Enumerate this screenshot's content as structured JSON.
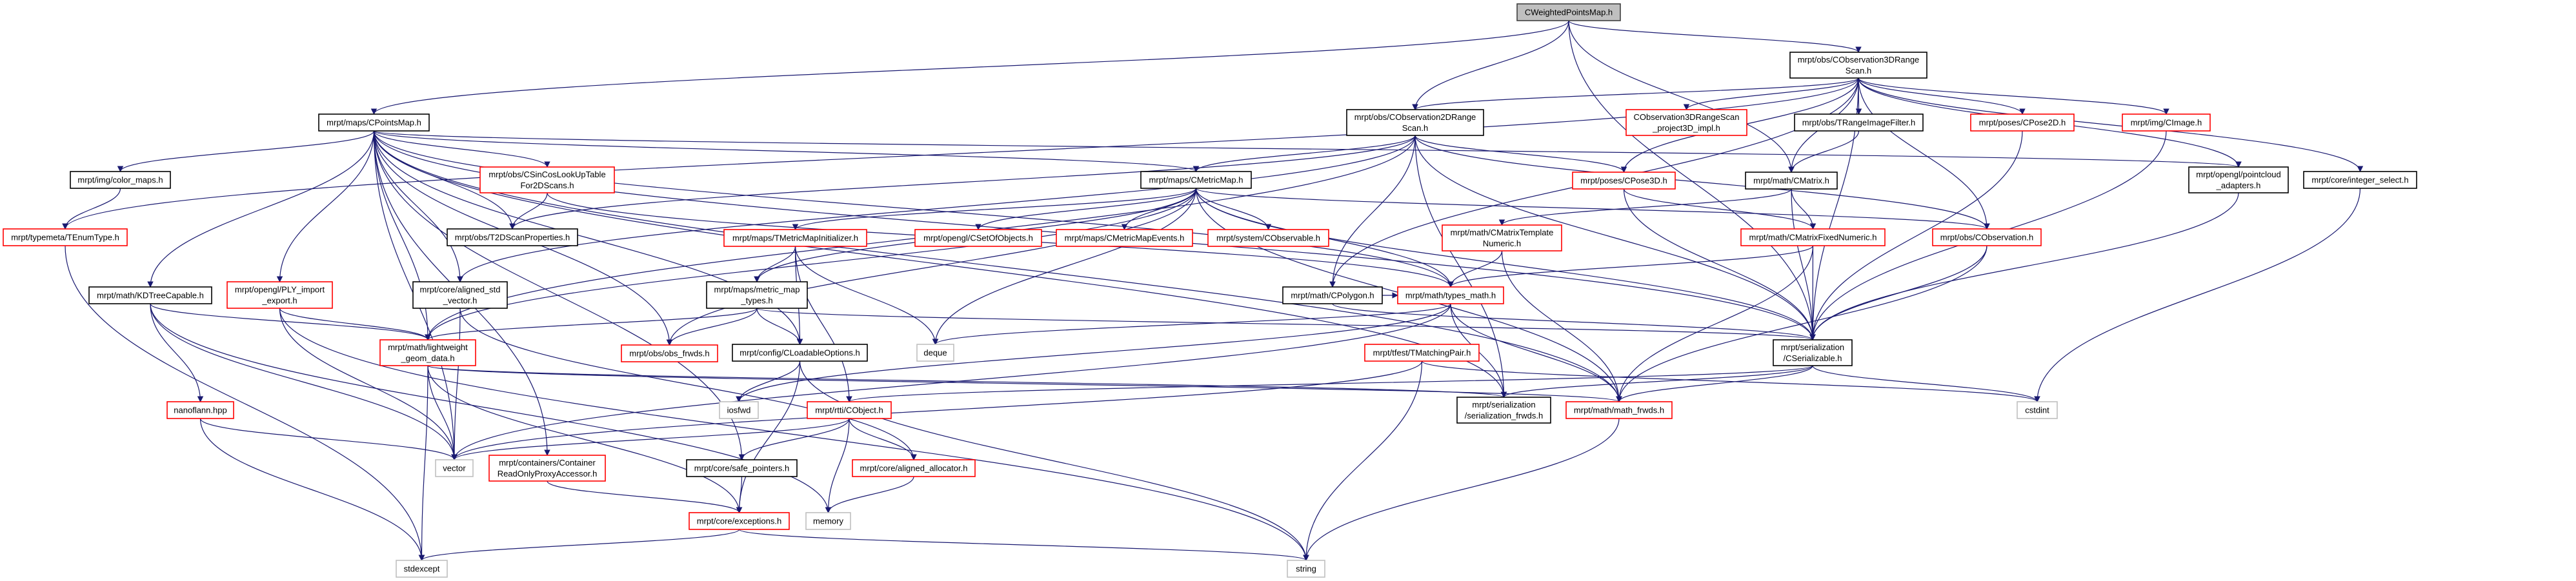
{
  "title": "CWeightedPointsMap.h",
  "colors": {
    "edge": "#191970",
    "root_fill": "#bfbfbf",
    "documented": "#000000",
    "undocumented": "#ff0000",
    "system": "#bfbfbf"
  },
  "nodes": [
    {
      "id": "cw",
      "lines": [
        "CWeightedPointsMap.h"
      ],
      "border": "#404040",
      "fill": "#bfbfbf"
    },
    {
      "id": "pm",
      "lines": [
        "mrpt/maps/CPointsMap.h"
      ],
      "border": "#000000"
    },
    {
      "id": "o3",
      "lines": [
        "mrpt/obs/CObservation3DRange",
        "Scan.h"
      ],
      "border": "#000000"
    },
    {
      "id": "o2",
      "lines": [
        "mrpt/obs/CObservation2DRange",
        "Scan.h"
      ],
      "border": "#000000"
    },
    {
      "id": "p3",
      "lines": [
        "CObservation3DRangeScan",
        "_project3D_impl.h"
      ],
      "border": "#ff0000"
    },
    {
      "id": "rf",
      "lines": [
        "mrpt/obs/TRangeImageFilter.h"
      ],
      "border": "#000000"
    },
    {
      "id": "p2",
      "lines": [
        "mrpt/poses/CPose2D.h"
      ],
      "border": "#ff0000"
    },
    {
      "id": "im",
      "lines": [
        "mrpt/img/CImage.h"
      ],
      "border": "#ff0000"
    },
    {
      "id": "pc",
      "lines": [
        "mrpt/opengl/pointcloud",
        "_adapters.h"
      ],
      "border": "#000000"
    },
    {
      "id": "is",
      "lines": [
        "mrpt/core/integer_select.h"
      ],
      "border": "#000000"
    },
    {
      "id": "cm",
      "lines": [
        "mrpt/img/color_maps.h"
      ],
      "border": "#000000"
    },
    {
      "id": "te",
      "lines": [
        "mrpt/typemeta/TEnumType.h"
      ],
      "border": "#ff0000"
    },
    {
      "id": "sc",
      "lines": [
        "mrpt/obs/CSinCosLookUpTable",
        "For2DScans.h"
      ],
      "border": "#ff0000"
    },
    {
      "id": "t2",
      "lines": [
        "mrpt/obs/T2DScanProperties.h"
      ],
      "border": "#000000"
    },
    {
      "id": "mm",
      "lines": [
        "mrpt/maps/CMetricMap.h"
      ],
      "border": "#000000"
    },
    {
      "id": "pose3",
      "lines": [
        "mrpt/poses/CPose3D.h"
      ],
      "border": "#ff0000"
    },
    {
      "id": "mx",
      "lines": [
        "mrpt/math/CMatrix.h"
      ],
      "border": "#000000"
    },
    {
      "id": "mi",
      "lines": [
        "mrpt/maps/TMetricMapInitializer.h"
      ],
      "border": "#ff0000"
    },
    {
      "id": "so",
      "lines": [
        "mrpt/opengl/CSetOfObjects.h"
      ],
      "border": "#ff0000"
    },
    {
      "id": "me",
      "lines": [
        "mrpt/maps/CMetricMapEvents.h"
      ],
      "border": "#ff0000"
    },
    {
      "id": "ob",
      "lines": [
        "mrpt/system/CObservable.h"
      ],
      "border": "#ff0000"
    },
    {
      "id": "mt",
      "lines": [
        "mrpt/math/CMatrixTemplate",
        "Numeric.h"
      ],
      "border": "#ff0000"
    },
    {
      "id": "mf",
      "lines": [
        "mrpt/math/CMatrixFixedNumeric.h"
      ],
      "border": "#ff0000"
    },
    {
      "id": "co",
      "lines": [
        "mrpt/obs/CObservation.h"
      ],
      "border": "#ff0000"
    },
    {
      "id": "kd",
      "lines": [
        "mrpt/math/KDTreeCapable.h"
      ],
      "border": "#000000"
    },
    {
      "id": "ply",
      "lines": [
        "mrpt/opengl/PLY_import",
        "_export.h"
      ],
      "border": "#ff0000"
    },
    {
      "id": "asv",
      "lines": [
        "mrpt/core/aligned_std",
        "_vector.h"
      ],
      "border": "#000000"
    },
    {
      "id": "mmt",
      "lines": [
        "mrpt/maps/metric_map",
        "_types.h"
      ],
      "border": "#000000"
    },
    {
      "id": "pg",
      "lines": [
        "mrpt/math/CPolygon.h"
      ],
      "border": "#000000"
    },
    {
      "id": "tm",
      "lines": [
        "mrpt/math/types_math.h"
      ],
      "border": "#ff0000"
    },
    {
      "id": "lw",
      "lines": [
        "mrpt/math/lightweight",
        "_geom_data.h"
      ],
      "border": "#ff0000"
    },
    {
      "id": "of",
      "lines": [
        "mrpt/obs/obs_frwds.h"
      ],
      "border": "#ff0000"
    },
    {
      "id": "lo",
      "lines": [
        "mrpt/config/CLoadableOptions.h"
      ],
      "border": "#000000"
    },
    {
      "id": "dq",
      "lines": [
        "deque"
      ],
      "border": "#bfbfbf"
    },
    {
      "id": "cs",
      "lines": [
        "mrpt/serialization",
        "/CSerializable.h"
      ],
      "border": "#000000"
    },
    {
      "id": "mp",
      "lines": [
        "mrpt/tfest/TMatchingPair.h"
      ],
      "border": "#ff0000"
    },
    {
      "id": "nf",
      "lines": [
        "nanoflann.hpp"
      ],
      "border": "#ff0000"
    },
    {
      "id": "io",
      "lines": [
        "iosfwd"
      ],
      "border": "#bfbfbf"
    },
    {
      "id": "cob",
      "lines": [
        "mrpt/rtti/CObject.h"
      ],
      "border": "#ff0000"
    },
    {
      "id": "sf",
      "lines": [
        "mrpt/serialization",
        "/serialization_frwds.h"
      ],
      "border": "#000000"
    },
    {
      "id": "mfw",
      "lines": [
        "mrpt/math/math_frwds.h"
      ],
      "border": "#ff0000"
    },
    {
      "id": "ci",
      "lines": [
        "cstdint"
      ],
      "border": "#bfbfbf"
    },
    {
      "id": "ve",
      "lines": [
        "vector"
      ],
      "border": "#bfbfbf"
    },
    {
      "id": "cr",
      "lines": [
        "mrpt/containers/Container",
        "ReadOnlyProxyAccessor.h"
      ],
      "border": "#ff0000"
    },
    {
      "id": "sp",
      "lines": [
        "mrpt/core/safe_pointers.h"
      ],
      "border": "#000000"
    },
    {
      "id": "aa",
      "lines": [
        "mrpt/core/aligned_allocator.h"
      ],
      "border": "#ff0000"
    },
    {
      "id": "ex",
      "lines": [
        "mrpt/core/exceptions.h"
      ],
      "border": "#ff0000"
    },
    {
      "id": "mem",
      "lines": [
        "memory"
      ],
      "border": "#bfbfbf"
    },
    {
      "id": "se",
      "lines": [
        "stdexcept"
      ],
      "border": "#bfbfbf"
    },
    {
      "id": "st",
      "lines": [
        "string"
      ],
      "border": "#bfbfbf"
    }
  ],
  "edges": [
    [
      "cw",
      "pm"
    ],
    [
      "cw",
      "o2"
    ],
    [
      "cw",
      "o3"
    ],
    [
      "cw",
      "mx"
    ],
    [
      "cw",
      "cs"
    ],
    [
      "pm",
      "cm"
    ],
    [
      "pm",
      "sc"
    ],
    [
      "pm",
      "t2"
    ],
    [
      "pm",
      "kd"
    ],
    [
      "pm",
      "ply"
    ],
    [
      "pm",
      "asv"
    ],
    [
      "pm",
      "lw"
    ],
    [
      "pm",
      "mm"
    ],
    [
      "pm",
      "cs"
    ],
    [
      "pm",
      "lo"
    ],
    [
      "pm",
      "sp"
    ],
    [
      "pm",
      "cr"
    ],
    [
      "pm",
      "of"
    ],
    [
      "pm",
      "mfw"
    ],
    [
      "pm",
      "pc"
    ],
    [
      "pm",
      "ve"
    ],
    [
      "pm",
      "sf"
    ],
    [
      "pm",
      "tm"
    ],
    [
      "o3",
      "o2"
    ],
    [
      "o3",
      "p3"
    ],
    [
      "o3",
      "rf"
    ],
    [
      "o3",
      "mx"
    ],
    [
      "o3",
      "p2"
    ],
    [
      "o3",
      "im"
    ],
    [
      "o3",
      "pc"
    ],
    [
      "o3",
      "is"
    ],
    [
      "o3",
      "co"
    ],
    [
      "o3",
      "pose3"
    ],
    [
      "o3",
      "cs"
    ],
    [
      "o3",
      "te"
    ],
    [
      "o3",
      "pg"
    ],
    [
      "o2",
      "mm"
    ],
    [
      "o2",
      "pose3"
    ],
    [
      "o2",
      "co"
    ],
    [
      "o2",
      "pg"
    ],
    [
      "o2",
      "t2"
    ],
    [
      "o2",
      "asv"
    ],
    [
      "o2",
      "cs"
    ],
    [
      "o2",
      "lw"
    ],
    [
      "o2",
      "sf"
    ],
    [
      "rf",
      "mx"
    ],
    [
      "mx",
      "mt"
    ],
    [
      "mx",
      "mf"
    ],
    [
      "mx",
      "cs"
    ],
    [
      "mt",
      "tm"
    ],
    [
      "mt",
      "mfw"
    ],
    [
      "mf",
      "tm"
    ],
    [
      "mf",
      "cs"
    ],
    [
      "mf",
      "mfw"
    ],
    [
      "pose3",
      "mf"
    ],
    [
      "pose3",
      "cs"
    ],
    [
      "p2",
      "cs"
    ],
    [
      "im",
      "cs"
    ],
    [
      "pc",
      "cs"
    ],
    [
      "is",
      "ci"
    ],
    [
      "co",
      "cs"
    ],
    [
      "co",
      "mfw"
    ],
    [
      "mm",
      "mi"
    ],
    [
      "mm",
      "so"
    ],
    [
      "mm",
      "me"
    ],
    [
      "mm",
      "ob"
    ],
    [
      "mm",
      "mmt"
    ],
    [
      "mm",
      "of"
    ],
    [
      "mm",
      "lw"
    ],
    [
      "mm",
      "cs"
    ],
    [
      "mm",
      "dq"
    ],
    [
      "mm",
      "co"
    ],
    [
      "mm",
      "tm"
    ],
    [
      "mm",
      "mfw"
    ],
    [
      "mi",
      "mmt"
    ],
    [
      "mi",
      "lo"
    ],
    [
      "mi",
      "cob"
    ],
    [
      "mi",
      "dq"
    ],
    [
      "mmt",
      "of"
    ],
    [
      "mmt",
      "lo"
    ],
    [
      "mmt",
      "lw"
    ],
    [
      "mmt",
      "cs"
    ],
    [
      "sc",
      "t2"
    ],
    [
      "sc",
      "tm"
    ],
    [
      "cm",
      "te"
    ],
    [
      "te",
      "se"
    ],
    [
      "kd",
      "nf"
    ],
    [
      "kd",
      "lw"
    ],
    [
      "kd",
      "mem"
    ],
    [
      "kd",
      "ve"
    ],
    [
      "ply",
      "lw"
    ],
    [
      "ply",
      "ve"
    ],
    [
      "ply",
      "st"
    ],
    [
      "asv",
      "ve"
    ],
    [
      "asv",
      "aa"
    ],
    [
      "lw",
      "ve"
    ],
    [
      "lw",
      "se"
    ],
    [
      "lw",
      "ex"
    ],
    [
      "lw",
      "mfw"
    ],
    [
      "lw",
      "sf"
    ],
    [
      "pg",
      "tm"
    ],
    [
      "pg",
      "cs"
    ],
    [
      "tm",
      "mfw"
    ],
    [
      "tm",
      "sf"
    ],
    [
      "tm",
      "ve"
    ],
    [
      "tm",
      "io"
    ],
    [
      "tm",
      "dq"
    ],
    [
      "lo",
      "io"
    ],
    [
      "lo",
      "st"
    ],
    [
      "lo",
      "ex"
    ],
    [
      "cs",
      "cob"
    ],
    [
      "cs",
      "sf"
    ],
    [
      "cs",
      "mfw"
    ],
    [
      "cs",
      "ci"
    ],
    [
      "mp",
      "st"
    ],
    [
      "mp",
      "ve"
    ],
    [
      "mp",
      "ci"
    ],
    [
      "nf",
      "ve"
    ],
    [
      "nf",
      "se"
    ],
    [
      "cob",
      "sp"
    ],
    [
      "cob",
      "mem"
    ],
    [
      "cob",
      "aa"
    ],
    [
      "cob",
      "ve"
    ],
    [
      "sp",
      "ex"
    ],
    [
      "aa",
      "mem"
    ],
    [
      "ex",
      "se"
    ],
    [
      "ex",
      "st"
    ],
    [
      "cr",
      "ex"
    ],
    [
      "mfw",
      "st"
    ]
  ]
}
